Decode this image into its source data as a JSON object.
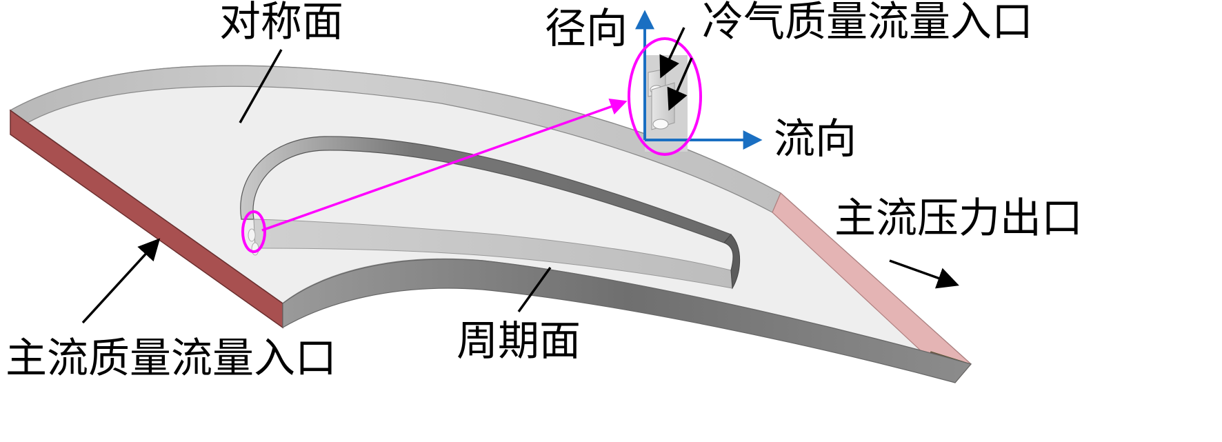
{
  "labels": {
    "symmetry_face": "对称面",
    "radial_direction": "径向",
    "coolant_mass_flow_inlet": "冷气质量流量入口",
    "flow_direction": "流向",
    "mainstream_pressure_outlet": "主流压力出口",
    "mainstream_mass_flow_inlet": "主流质量流量入口",
    "periodic_face": "周期面"
  },
  "colors": {
    "highlight": "#ff00ff",
    "axis": "#1a6fc2",
    "inlet_face": "#a85050",
    "outlet_face": "#e4b4b4",
    "wall_dark": "#7a7a7a",
    "wall_light": "#d4d4d4",
    "top_surface": "#eeeeee"
  }
}
